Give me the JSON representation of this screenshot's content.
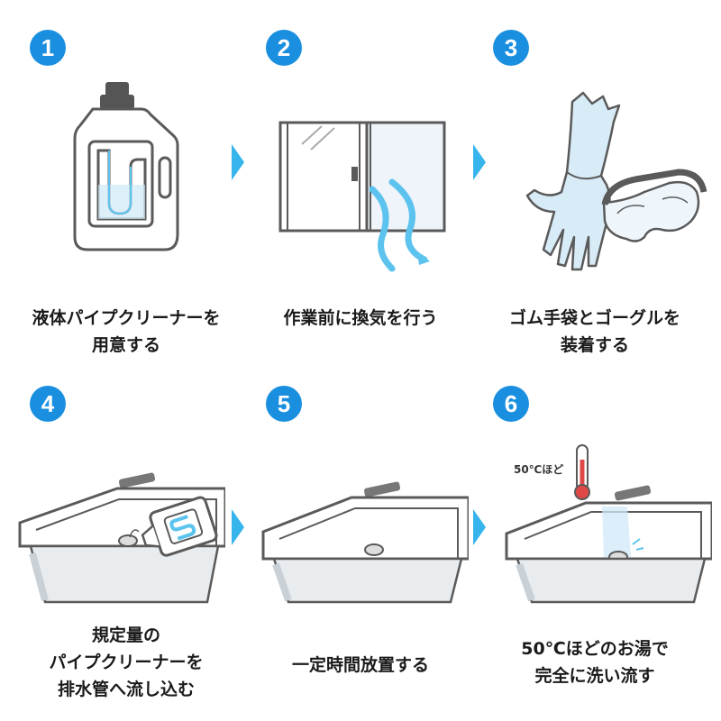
{
  "steps": [
    {
      "number": "1",
      "caption_lines": [
        "液体パイプクリーナーを",
        "用意する"
      ]
    },
    {
      "number": "2",
      "caption_lines": [
        "作業前に換気を行う"
      ]
    },
    {
      "number": "3",
      "caption_lines": [
        "ゴム手袋とゴーグルを",
        "装着する"
      ]
    },
    {
      "number": "4",
      "caption_lines": [
        "規定量の",
        "パイプクリーナーを",
        "排水管へ流し込む"
      ]
    },
    {
      "number": "5",
      "caption_lines": [
        "一定時間放置する"
      ]
    },
    {
      "number": "6",
      "caption_lines": [
        "50℃ほどのお湯で",
        "完全に洗い流す"
      ],
      "thermometer_label": "50℃ほど"
    }
  ],
  "colors": {
    "badge": "#1a8fe0",
    "arrow": "#35b5ec",
    "light_blue": "#d8ecf8",
    "water": "#5cc3ef",
    "red": "#e04848",
    "outline": "#5a5a5a"
  }
}
